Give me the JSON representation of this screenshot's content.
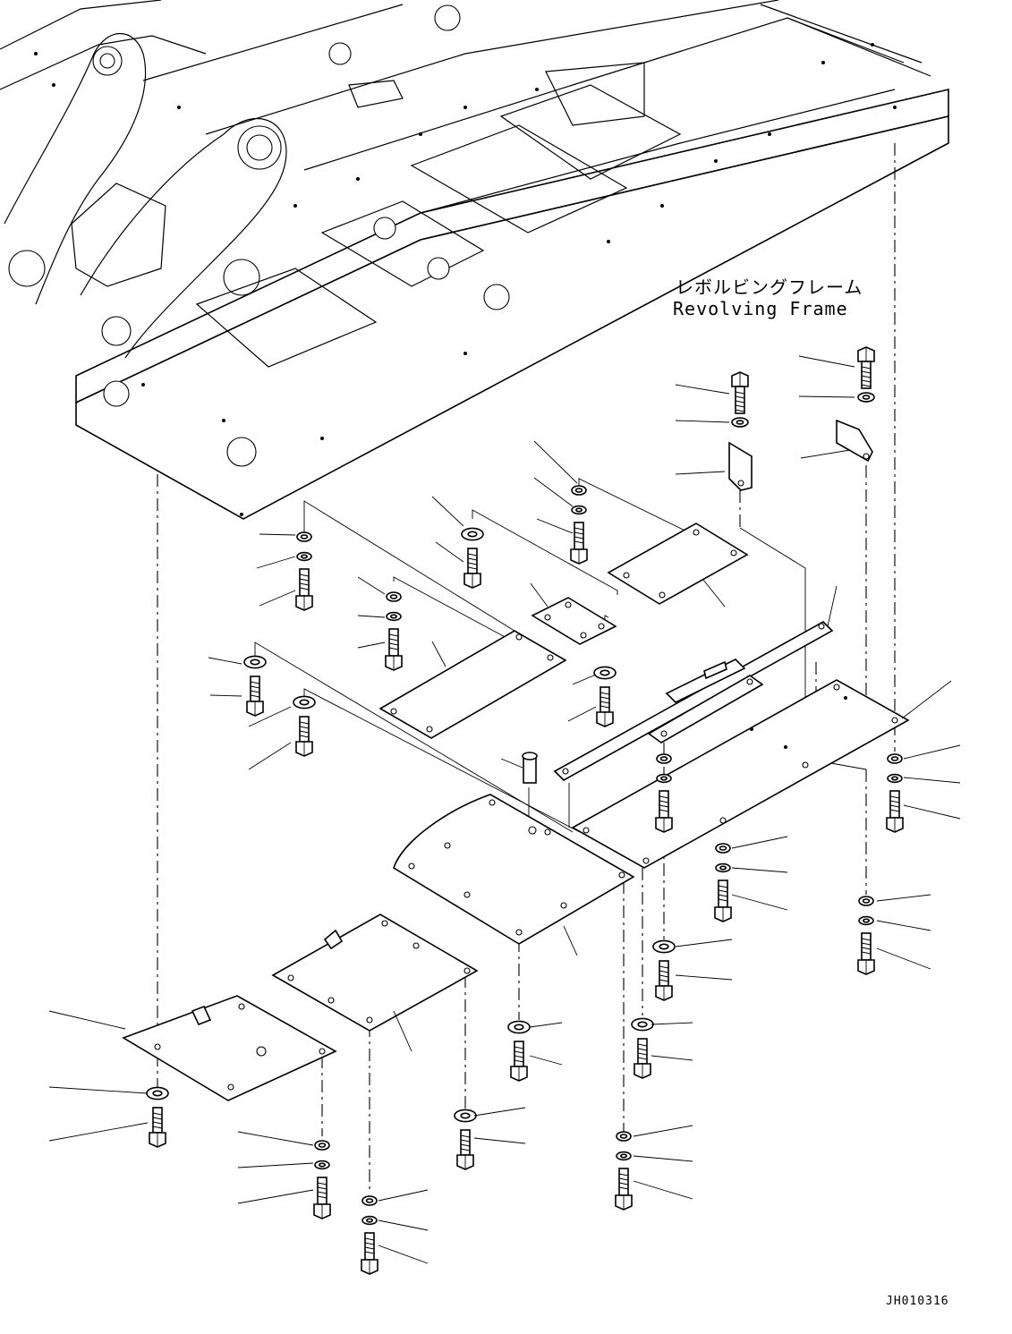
{
  "labels": {
    "frame_jp": "レボルビングフレーム",
    "frame_en": "Revolving Frame",
    "drawing_id": "JH010316"
  },
  "icons": {
    "bolt": "bolt-icon",
    "washer": "washer-icon",
    "spring_washer": "spring-washer-icon",
    "bracket": "bracket-icon",
    "pin": "pin-icon"
  }
}
